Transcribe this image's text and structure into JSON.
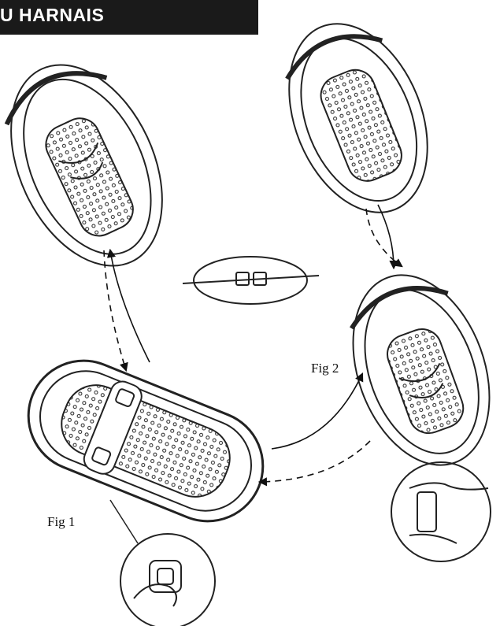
{
  "header": {
    "title": "U HARNAIS"
  },
  "figures": {
    "fig1_label": "Fig 1",
    "fig2_label": "Fig 2"
  },
  "colors": {
    "header_background": "#1a1a1a",
    "header_text": "#ffffff",
    "line_art": "#222222"
  }
}
